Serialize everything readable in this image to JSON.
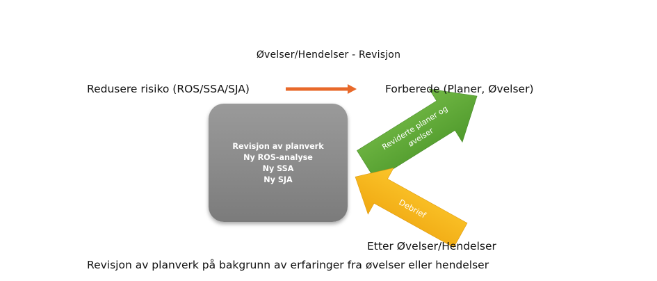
{
  "title": "Øvelser/Hendelser  - Revisjon",
  "labels": {
    "left": "Redusere risiko (ROS/SSA/SJA)",
    "right": "Forberede (Planer, Øvelser)",
    "bottom": "Etter Øvelser/Hendelser",
    "footer": "Revisjon av planverk på bakgrunn av erfaringer fra øvelser eller hendelser"
  },
  "box": {
    "lines": [
      "Revisjon av planverk",
      "Ny ROS-analyse",
      "Ny SSA",
      "Ny SJA"
    ]
  },
  "arrows": {
    "green": {
      "text1": "Reviderte planer og",
      "text2": "øvelser",
      "color": "#5da437"
    },
    "yellow": {
      "text": "Debrief",
      "color": "#f4b81a"
    },
    "orange": {
      "color": "#e8692a"
    }
  }
}
